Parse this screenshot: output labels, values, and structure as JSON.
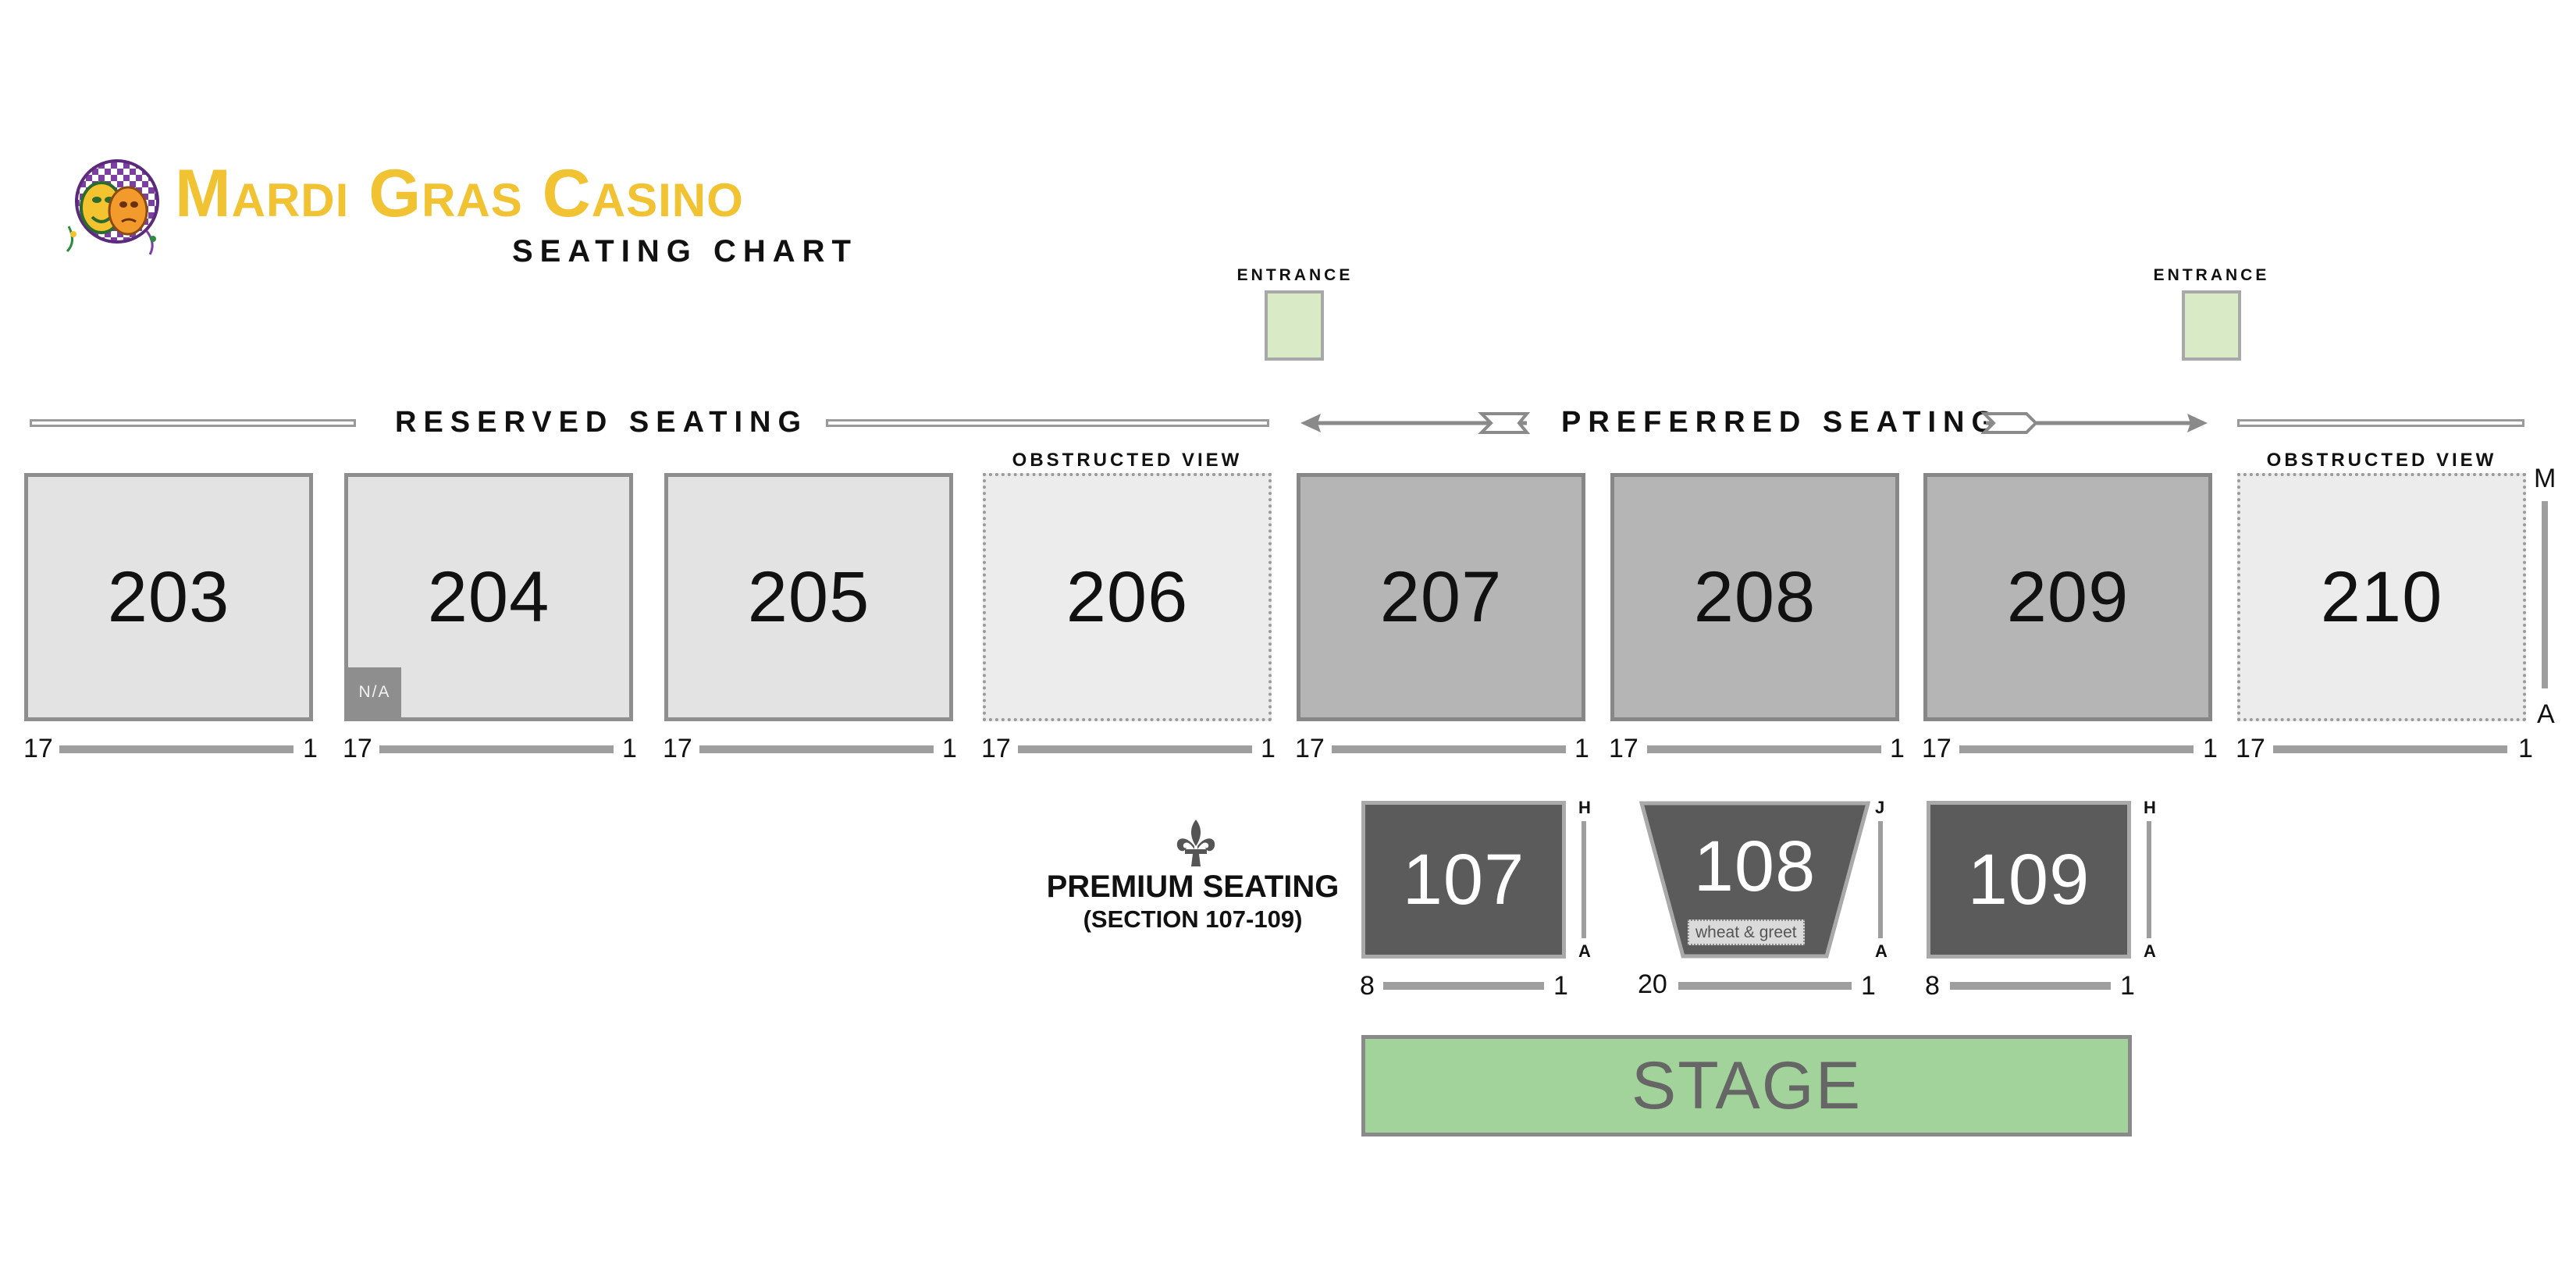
{
  "logo": {
    "title": "Mardi Gras Casino",
    "subtitle": "SEATING CHART",
    "icon": "mardi-gras-mask-logo",
    "title_color": "#f1c232"
  },
  "entrances": [
    {
      "label": "ENTRANCE"
    },
    {
      "label": "ENTRANCE"
    }
  ],
  "headers": {
    "reserved": "RESERVED SEATING",
    "preferred": "PREFERRED SEATING"
  },
  "upper_sections": [
    {
      "number": "203",
      "style": "reserved",
      "row_start": "17",
      "row_end": "1"
    },
    {
      "number": "204",
      "style": "reserved",
      "row_start": "17",
      "row_end": "1",
      "badge": "N/A"
    },
    {
      "number": "205",
      "style": "reserved",
      "row_start": "17",
      "row_end": "1"
    },
    {
      "number": "206",
      "style": "obstructed",
      "label": "OBSTRUCTED VIEW",
      "row_start": "17",
      "row_end": "1"
    },
    {
      "number": "207",
      "style": "preferred",
      "row_start": "17",
      "row_end": "1"
    },
    {
      "number": "208",
      "style": "preferred",
      "row_start": "17",
      "row_end": "1"
    },
    {
      "number": "209",
      "style": "preferred",
      "row_start": "17",
      "row_end": "1"
    },
    {
      "number": "210",
      "style": "obstructed",
      "label": "OBSTRUCTED VIEW",
      "row_start": "17",
      "row_end": "1"
    }
  ],
  "upper_rows": {
    "top": "M",
    "bottom": "A"
  },
  "premium": {
    "title": "PREMIUM SEATING",
    "subtitle": "(SECTION 107-109)",
    "icon": "fleur-de-lis-icon",
    "sections": [
      {
        "number": "107",
        "row_top": "H",
        "row_bottom": "A",
        "seat_start": "8",
        "seat_end": "1"
      },
      {
        "number": "108",
        "row_top": "J",
        "row_bottom": "A",
        "seat_start": "20",
        "seat_end": "1",
        "tag": "wheat & greet"
      },
      {
        "number": "109",
        "row_top": "H",
        "row_bottom": "A",
        "seat_start": "8",
        "seat_end": "1"
      }
    ]
  },
  "stage": {
    "label": "STAGE",
    "color": "#a1d39a"
  },
  "colors": {
    "reserved_fill": "#e3e3e3",
    "obstructed_fill": "#ececec",
    "preferred_fill": "#b5b5b5",
    "premium_fill": "#5b5b5b",
    "entrance_fill": "#d9eac6"
  }
}
